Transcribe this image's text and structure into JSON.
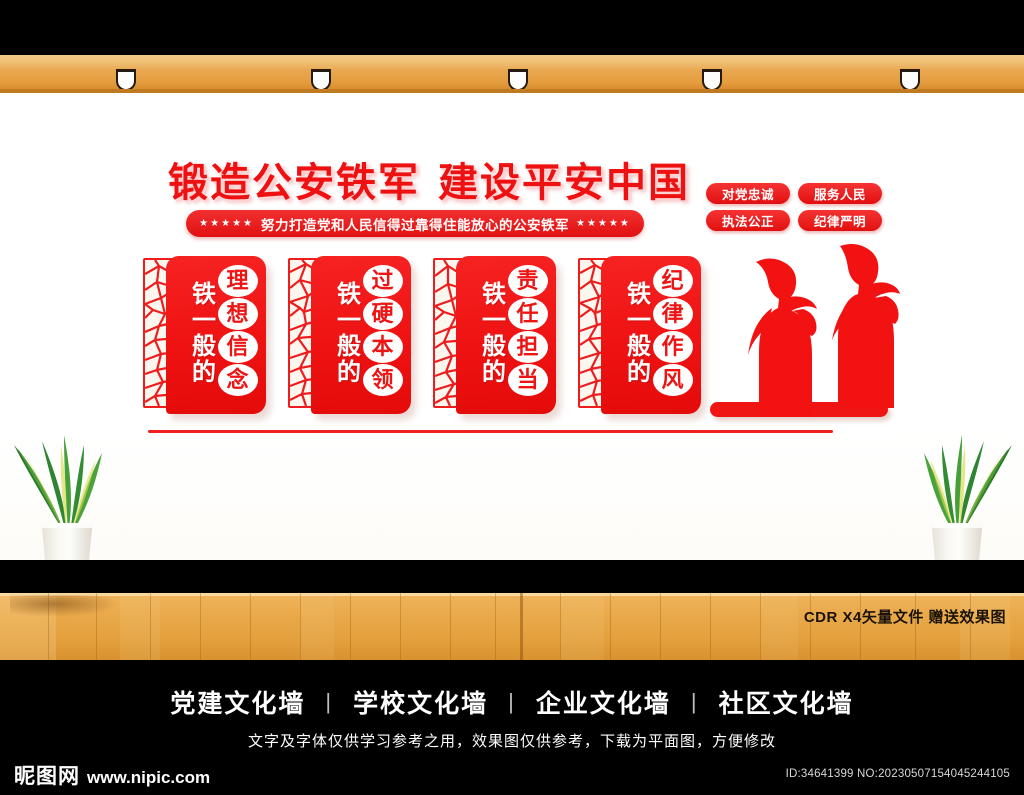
{
  "headline": {
    "left": "锻造公安铁军",
    "right": "建设平安中国"
  },
  "subtitle": {
    "stars_left": "★★★★★",
    "text": "努力打造党和人民信得过靠得住能放心的公安铁军",
    "stars_right": "★★★★★"
  },
  "badges": [
    {
      "label": "对党忠诚"
    },
    {
      "label": "服务人民"
    },
    {
      "label": "执法公正"
    },
    {
      "label": "纪律严明"
    }
  ],
  "panels": [
    {
      "prefix": "铁一般的",
      "chars": [
        "理",
        "想",
        "信",
        "念"
      ]
    },
    {
      "prefix": "铁一般的",
      "chars": [
        "过",
        "硬",
        "本",
        "领"
      ]
    },
    {
      "prefix": "铁一般的",
      "chars": [
        "责",
        "任",
        "担",
        "当"
      ]
    },
    {
      "prefix": "铁一般的",
      "chars": [
        "纪",
        "律",
        "作",
        "风"
      ]
    }
  ],
  "floor_note": "CDR X4矢量文件  赠送效果图",
  "footer": {
    "categories": [
      "党建文化墙",
      "学校文化墙",
      "企业文化墙",
      "社区文化墙"
    ],
    "separator": "|",
    "disclaimer": "文字及字体仅供学习参考之用，效果图仅供参考，下载为平面图，方便修改",
    "watermark_cn": "昵图网",
    "watermark_url": "www.nipic.com",
    "id_code": "ID:34641399 NO:20230507154045244105"
  },
  "colors": {
    "brand_red": "#ee1111",
    "panel_red": "#ef1212",
    "wood": "#e9a949",
    "ceiling_wood": "#e9a850",
    "black": "#000000",
    "wall_white": "#ffffff"
  },
  "scene": {
    "lamp_count": 5,
    "plant_left_name": "snake-plant",
    "plant_right_name": "snake-plant",
    "figure_name": "saluting-police-officers"
  }
}
